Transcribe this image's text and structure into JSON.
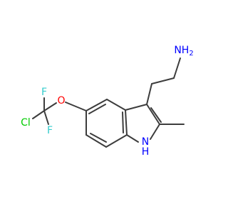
{
  "molecule": {
    "atoms": {
      "amine": {
        "text": "NH",
        "subscript": "2",
        "color": "#0000ff"
      },
      "ring_nh_n": {
        "text": "N",
        "color": "#0000ff"
      },
      "ring_nh_h": {
        "text": "H",
        "color": "#0000ff"
      },
      "ether_o": {
        "text": "O",
        "color": "#ff0000"
      },
      "chlorine": {
        "text": "Cl",
        "color": "#00cc00"
      },
      "fluorine_top": {
        "text": "F",
        "color": "#33cccc"
      },
      "fluorine_bottom": {
        "text": "F",
        "color": "#33cccc"
      }
    },
    "bond_color": "#3c3c3c"
  }
}
